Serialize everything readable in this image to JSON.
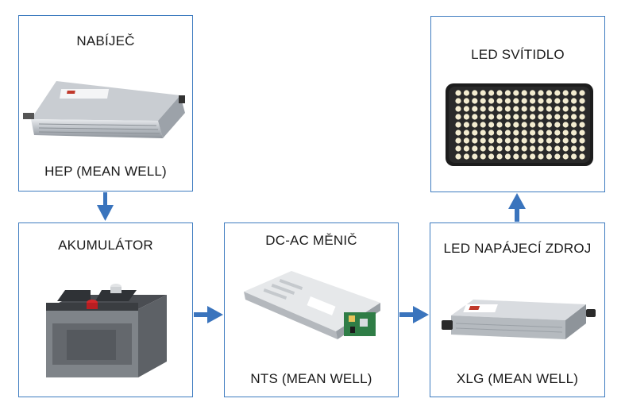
{
  "nodes": {
    "charger": {
      "title": "NABÍJEČ",
      "subtitle": "HEP (MEAN WELL)"
    },
    "battery": {
      "title": "AKUMULÁTOR"
    },
    "inverter": {
      "title": "DC-AC MĚNIČ",
      "subtitle": "NTS (MEAN WELL)"
    },
    "driver": {
      "title": "LED NAPÁJECÍ ZDROJ",
      "subtitle": "XLG (MEAN WELL)"
    },
    "lamp": {
      "title": "LED SVÍTIDLO"
    }
  },
  "colors": {
    "border": "#3f7cc0",
    "arrow": "#3a74bd",
    "text": "#1a1a1a"
  },
  "icons": {
    "charger": "power-supply-icon",
    "battery": "car-battery-icon",
    "inverter": "inverter-board-icon",
    "driver": "led-driver-icon",
    "lamp": "led-panel-icon"
  }
}
